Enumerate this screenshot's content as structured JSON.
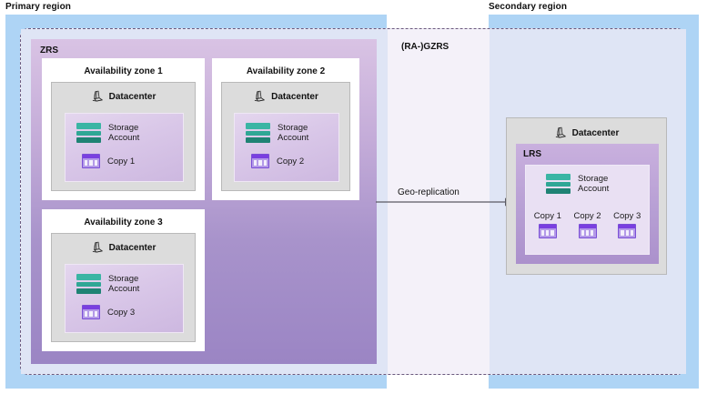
{
  "regions": {
    "primary_label": "Primary region",
    "secondary_label": "Secondary region"
  },
  "overlay": {
    "label": "(RA-)GZRS"
  },
  "primary": {
    "zrs_label": "ZRS",
    "zones": [
      {
        "title": "Availability zone 1",
        "datacenter_label": "Datacenter",
        "storage_account_label": "Storage\nAccount",
        "storage_account_line1": "Storage",
        "storage_account_line2": "Account",
        "copy_label": "Copy 1"
      },
      {
        "title": "Availability zone 2",
        "datacenter_label": "Datacenter",
        "storage_account_line1": "Storage",
        "storage_account_line2": "Account",
        "copy_label": "Copy 2"
      },
      {
        "title": "Availability zone 3",
        "datacenter_label": "Datacenter",
        "storage_account_line1": "Storage",
        "storage_account_line2": "Account",
        "copy_label": "Copy 3"
      }
    ]
  },
  "secondary": {
    "datacenter_label": "Datacenter",
    "lrs_label": "LRS",
    "storage_account_line1": "Storage",
    "storage_account_line2": "Account",
    "copies": [
      {
        "label": "Copy 1"
      },
      {
        "label": "Copy 2"
      },
      {
        "label": "Copy 3"
      }
    ]
  },
  "replication": {
    "label": "Geo-replication"
  },
  "colors": {
    "region_blue": "#aed4f5",
    "overlay_fill": "#dfe5f5",
    "overlay_border": "#6b5a7e",
    "zrs_purple": "#9b85c4",
    "lrs_purple": "#ab91cc",
    "datacenter_grey": "#dcdcdc",
    "storage_teal": "#2fa795",
    "copy_purple": "#7a3fe0",
    "arrow": "#5a5a63"
  }
}
